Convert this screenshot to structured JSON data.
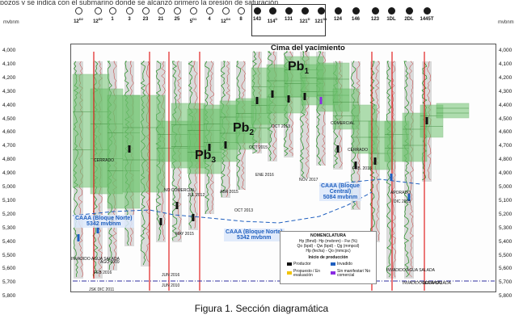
{
  "header": {
    "cut_text": "pozos y se indica con el submarino donde se alcanzó primero la presión de saturación."
  },
  "units": {
    "left": "mvbnm",
    "right": "mvbnm"
  },
  "wells": [
    {
      "name": "12",
      "sup": "D2",
      "marker": "open"
    },
    {
      "name": "12",
      "sup": "D2",
      "marker": "open"
    },
    {
      "name": "1",
      "sup": "",
      "marker": "open"
    },
    {
      "name": "3",
      "sup": "",
      "marker": "open"
    },
    {
      "name": "23",
      "sup": "",
      "marker": "open"
    },
    {
      "name": "21",
      "sup": "",
      "marker": "open"
    },
    {
      "name": "25",
      "sup": "",
      "marker": "open"
    },
    {
      "name": "5",
      "sup": "D1",
      "marker": "open"
    },
    {
      "name": "4",
      "sup": "",
      "marker": "open"
    },
    {
      "name": "12",
      "sup": "D4",
      "marker": "open"
    },
    {
      "name": "8",
      "sup": "",
      "marker": "open"
    },
    {
      "name": "143",
      "sup": "",
      "marker": "filled"
    },
    {
      "name": "114",
      "sup": "D",
      "marker": "filled"
    },
    {
      "name": "131",
      "sup": "",
      "marker": "filled"
    },
    {
      "name": "121",
      "sup": "D",
      "marker": "filled"
    },
    {
      "name": "121",
      "sup": "D1",
      "marker": "filled"
    },
    {
      "name": "124",
      "sup": "",
      "marker": "filled"
    },
    {
      "name": "146",
      "sup": "",
      "marker": "filled"
    },
    {
      "name": "123",
      "sup": "",
      "marker": "filled"
    },
    {
      "name": "1DL",
      "sup": "",
      "marker": "filled"
    },
    {
      "name": "2DL",
      "sup": "",
      "marker": "filled"
    },
    {
      "name": "1445T",
      "sup": "",
      "marker": "filled"
    }
  ],
  "depth_ticks": [
    "4,000",
    "4,100",
    "4,200",
    "4,300",
    "4,400",
    "4,500",
    "4,600",
    "4,700",
    "4,800",
    "4,900",
    "5,000",
    "5,100",
    "5,200",
    "5,300",
    "5,400",
    "5,500",
    "5,600",
    "5,700",
    "5,800"
  ],
  "blocks": {
    "cima": "Cima del yacimiento",
    "pb1": "Pb",
    "pb1_sub": "1",
    "pb2": "Pb",
    "pb2_sub": "2",
    "pb3": "Pb",
    "pb3_sub": "3"
  },
  "caaa": {
    "norte_left_line1": "CAAA (Bloque Norte)",
    "norte_left_line2": "5342 mvbnm",
    "norte_center_line1": "CAAA (Bloque Norte)",
    "norte_center_line2": "5342 mvbnm",
    "central_line1": "CAAA (Bloque",
    "central_line2": "Central)",
    "central_line3": "5084 mvbnm"
  },
  "annotations": [
    "CERRADO",
    "NO COMERCIAL",
    "INVADIDO AGUA SALADA",
    "CERRADO",
    "COMERCIAL",
    "APORADO",
    "INVADIDO AGUA SALADA",
    "INVADIDO AGUA SALADA",
    "CERRADO",
    "OCT 2013",
    "OCT 2015",
    "NOV 2017",
    "FEB. 2016",
    "DIC 2015",
    "JUL 2012",
    "ABR 2015",
    "OCT 2013",
    "MAY 2015",
    "ENE 2016",
    "AGO 2009",
    "FEB 2016",
    "JSK DIC 2011",
    "JUN 2016",
    "JUN 2010"
  ],
  "legend": {
    "title": "NOMENCLATURA",
    "line1": "Hp (Bmd)- Hp (mvbnm) - Fw (%)",
    "line2": "Qo (bpd) - Qw (bpd) - Qg (mmpcd)",
    "line3": "Hp (fecha) - Qo (mmcpc)",
    "subtitle": "Inicio de producción",
    "items": [
      "Productor",
      "Invadido",
      "Propuesto / En evaluación",
      "Sin manifestar/ No comercial"
    ]
  },
  "colors": {
    "green_block": "#6ec26e",
    "red_line": "#e02020",
    "blue_line": "#1f5fbf",
    "gray_track": "#bdbdbd"
  },
  "caption": "Figura 1. Sección diagramática"
}
